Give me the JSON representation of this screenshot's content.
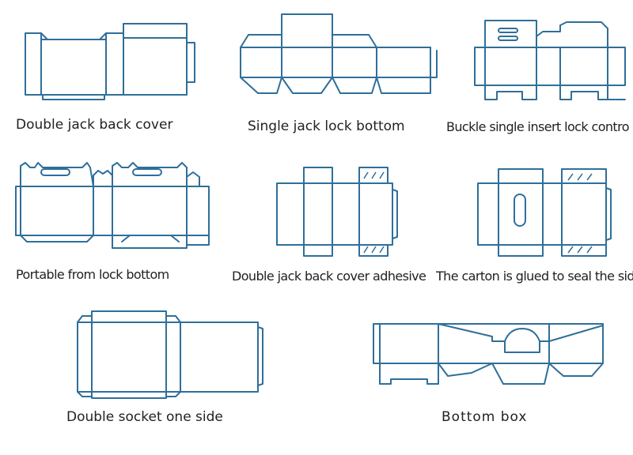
{
  "stroke_color": "#2f6f9a",
  "labels": {
    "double_jack_back_cover": "Double jack back cover",
    "single_jack_lock_bottom": "Single jack lock bottom",
    "buckle_single_insert": "Buckle single insert lock contro",
    "portable_lock_bottom": "Portable from lock bottom",
    "double_jack_adhesive": "Double jack back cover adhesive",
    "carton_glued_side": "The carton is glued to seal the sid",
    "double_socket_one_side": "Double socket one side",
    "bottom_box": "Bottom box"
  }
}
